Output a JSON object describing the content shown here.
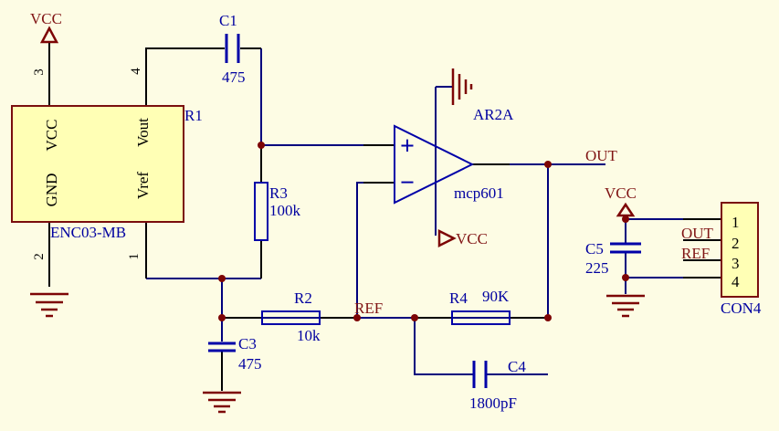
{
  "colors": {
    "background": "#FDFCE4",
    "wire": "#00007D",
    "pin": "#000000",
    "symbol_blue": "#0000A8",
    "designator_text": "#0000A0",
    "power_text": "#801414",
    "power_symbol": "#7D0505",
    "component_fill": "#FFFFB5",
    "component_border": "#7A0E0E",
    "junction": "#7D0505"
  },
  "sensor": {
    "designator": "R1",
    "part_number": "ENC03-MB",
    "pins": {
      "vcc": {
        "number": "3",
        "name": "VCC"
      },
      "gnd": {
        "number": "2",
        "name": "GND"
      },
      "vout": {
        "number": "4",
        "name": "Vout"
      },
      "vref": {
        "number": "1",
        "name": "Vref"
      }
    }
  },
  "opamp": {
    "designator": "AR2A",
    "part_number": "mcp601",
    "noninverting_label": "+",
    "inverting_label": "−",
    "power_label": "VCC"
  },
  "connector": {
    "designator": "CON4",
    "pins": [
      "1",
      "2",
      "3",
      "4"
    ],
    "power_label": "VCC",
    "net_labels": {
      "out": "OUT",
      "ref": "REF"
    }
  },
  "capacitors": {
    "c1": {
      "designator": "C1",
      "value": "475"
    },
    "c3": {
      "designator": "C3",
      "value": "475"
    },
    "c4": {
      "designator": "C4",
      "value": "1800pF"
    },
    "c5": {
      "designator": "C5",
      "value": "225"
    }
  },
  "resistors": {
    "r2": {
      "designator": "R2",
      "value": "10k"
    },
    "r3": {
      "designator": "R3",
      "value": "100k"
    },
    "r4": {
      "designator": "R4",
      "value": "90K"
    }
  },
  "nets": {
    "sensor_vcc_label": "VCC",
    "out_label": "OUT",
    "ref_label": "REF"
  }
}
